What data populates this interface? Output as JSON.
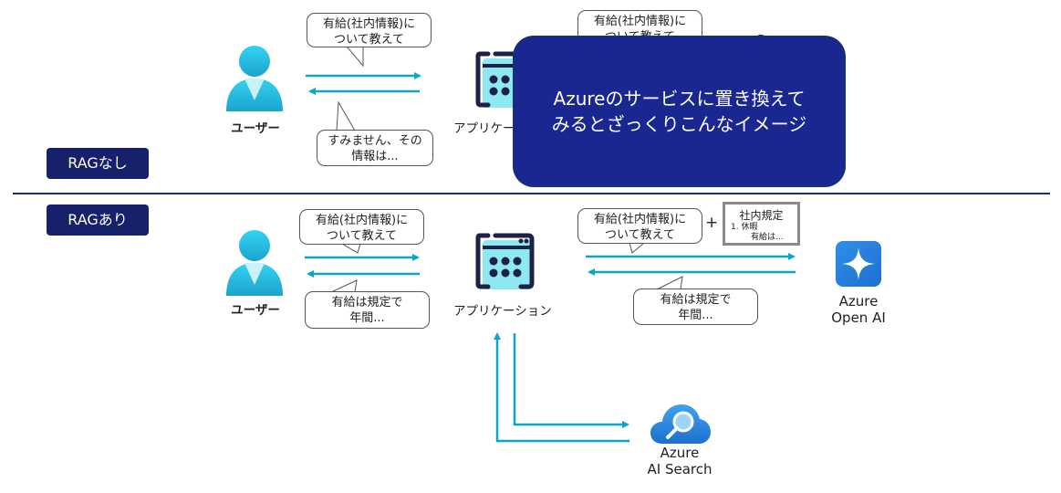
{
  "sections": {
    "without_rag": {
      "tag_label": "RAGなし"
    },
    "with_rag": {
      "tag_label": "RAGあり"
    }
  },
  "actors": {
    "user_label": "ユーザー",
    "application_label": "アプリケーション",
    "openai_label_line1": "Azure",
    "openai_label_line2": "Open AI",
    "search_label_line1": "Azure",
    "search_label_line2": "AI Search"
  },
  "bubbles": {
    "top_question": [
      "有給(社内情報)に",
      "ついて教えて"
    ],
    "top_answer": [
      "すみません、その",
      "情報は..."
    ],
    "top_right_question": [
      "有給(社内情報)に",
      "ついて教えて"
    ],
    "bottom_question": [
      "有給(社内情報)に",
      "ついて教えて"
    ],
    "bottom_answer": [
      "有給は規定で",
      "年間..."
    ],
    "right_question": [
      "有給(社内情報)に",
      "ついて教えて"
    ],
    "right_answer": [
      "有給は規定で",
      "年間..."
    ]
  },
  "plus_sign": "+",
  "document": {
    "title": "社内規定",
    "line1": "1. 休暇",
    "line2": "有給は..."
  },
  "callout": {
    "line1": "Azureのサービスに置き換えて",
    "line2": "みるとざっくりこんなイメージ"
  },
  "colors": {
    "arrow": "#0ea5c9",
    "tag_bg": "#16206b",
    "callout_bg": "#1b2791",
    "divider": "#1f2a7a"
  }
}
